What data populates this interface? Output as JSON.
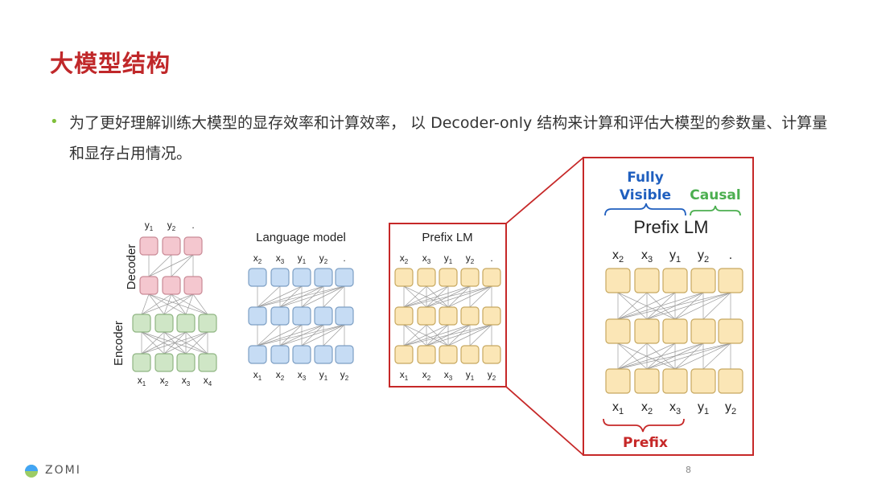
{
  "slide": {
    "title": "大模型结构",
    "bullet": "为了更好理解训练大模型的显存效率和计算效率， 以 Decoder-only 结构来计算和评估大模型的参数量、计算量和显存占用情况。",
    "footer_brand": "ZOMI",
    "page_number": "8"
  },
  "diagram": {
    "encoder_decoder": {
      "decoder_label": "Decoder",
      "encoder_label": "Encoder",
      "top_tokens": [
        [
          "y",
          "1"
        ],
        [
          "y",
          "2"
        ],
        [
          ".",
          ""
        ]
      ],
      "bottom_tokens": [
        [
          "x",
          "1"
        ],
        [
          "x",
          "2"
        ],
        [
          "x",
          "3"
        ],
        [
          "x",
          "4"
        ]
      ]
    },
    "language_model": {
      "title": "Language model",
      "top_tokens": [
        [
          "x",
          "2"
        ],
        [
          "x",
          "3"
        ],
        [
          "y",
          "1"
        ],
        [
          "y",
          "2"
        ],
        [
          ".",
          ""
        ]
      ],
      "bottom_tokens": [
        [
          "x",
          "1"
        ],
        [
          "x",
          "2"
        ],
        [
          "x",
          "3"
        ],
        [
          "y",
          "1"
        ],
        [
          "y",
          "2"
        ]
      ]
    },
    "prefix_lm": {
      "title": "Prefix LM",
      "top_tokens": [
        [
          "x",
          "2"
        ],
        [
          "x",
          "3"
        ],
        [
          "y",
          "1"
        ],
        [
          "y",
          "2"
        ],
        [
          ".",
          ""
        ]
      ],
      "bottom_tokens": [
        [
          "x",
          "1"
        ],
        [
          "x",
          "2"
        ],
        [
          "x",
          "3"
        ],
        [
          "y",
          "1"
        ],
        [
          "y",
          "2"
        ]
      ]
    },
    "prefix_lm_zoom": {
      "title": "Prefix LM",
      "fully_visible_line1": "Fully",
      "fully_visible_line2": "Visible",
      "causal_label": "Causal",
      "prefix_label": "Prefix",
      "top_tokens": [
        [
          "x",
          "2"
        ],
        [
          "x",
          "3"
        ],
        [
          "y",
          "1"
        ],
        [
          "y",
          "2"
        ],
        [
          ".",
          ""
        ]
      ],
      "bottom_tokens": [
        [
          "x",
          "1"
        ],
        [
          "x",
          "2"
        ],
        [
          "x",
          "3"
        ],
        [
          "y",
          "1"
        ],
        [
          "y",
          "2"
        ]
      ]
    },
    "colors": {
      "decoder_fill": "#f4c7cf",
      "decoder_stroke": "#c98a96",
      "encoder_fill": "#cfe6c6",
      "encoder_stroke": "#8fb582",
      "lm_fill": "#c6dcf4",
      "lm_stroke": "#7d9fc4",
      "prefix_fill": "#fbe6b6",
      "prefix_stroke": "#c7a860",
      "highlight_red": "#c62828",
      "visible_blue": "#1f5fbf",
      "causal_green": "#4caf50",
      "prefix_red": "#c62828"
    }
  }
}
